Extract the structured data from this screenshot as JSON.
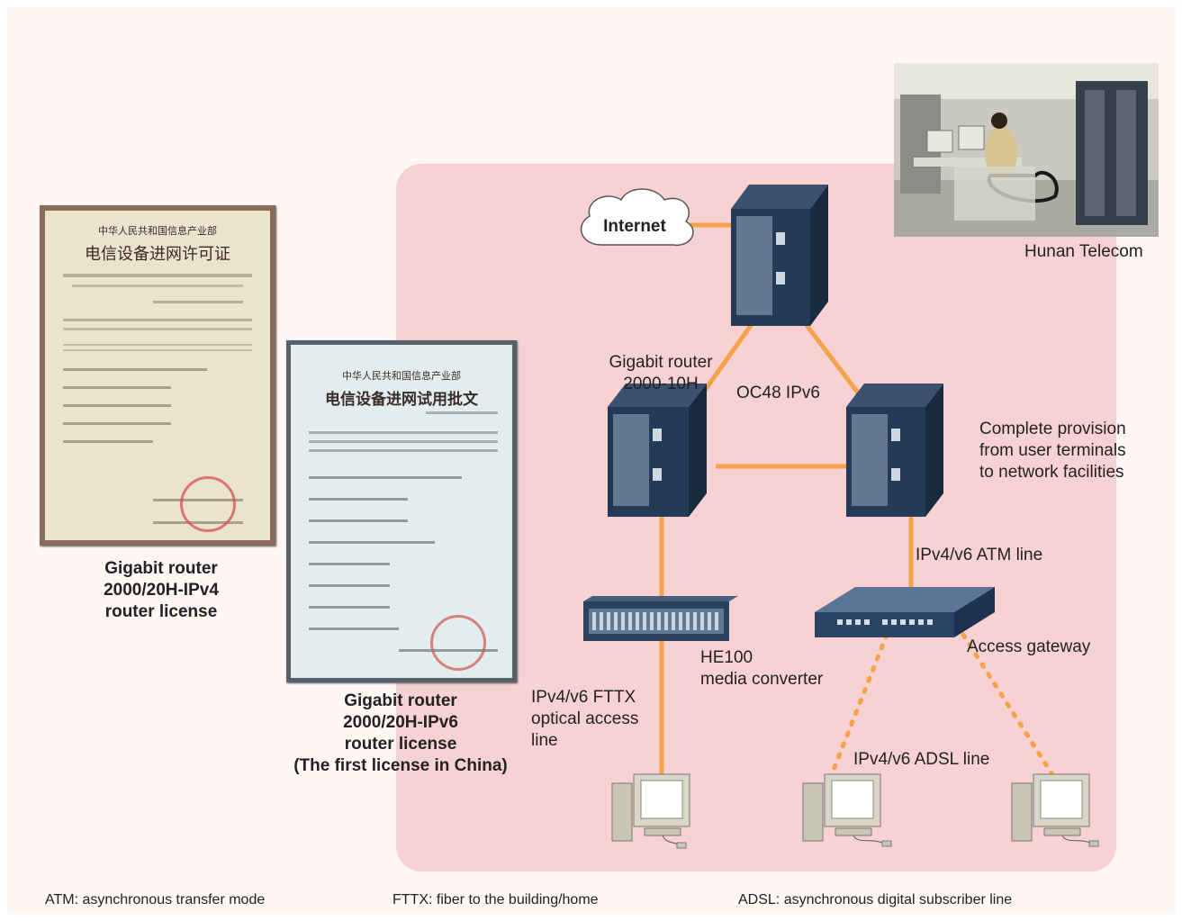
{
  "nodes": {
    "internet": "Internet",
    "hunan_telecom": "Hunan Telecom",
    "gigabit_router": "Gigabit router\n2000-10H",
    "oc48": "OC48 IPv6",
    "complete_provision": "Complete provision\nfrom user terminals\nto network facilities",
    "atm_line": "IPv4/v6 ATM line",
    "access_gateway": "Access gateway",
    "he100": "HE100\nmedia converter",
    "fttx_line": "IPv4/v6 FTTX\noptical access\nline",
    "adsl_line": "IPv4/v6 ADSL line"
  },
  "certificates": {
    "ipv4": {
      "caption": "Gigabit router\n2000/20H-IPv4\nrouter license",
      "cn_header": "中华人民共和国信息产业部",
      "cn_title": "电信设备进网许可证"
    },
    "ipv6": {
      "caption": "Gigabit router\n2000/20H-IPv6\nrouter license\n(The first license in China)",
      "cn_header": "中华人民共和国信息产业部",
      "cn_title": "电信设备进网试用批文"
    }
  },
  "footnotes": {
    "atm": "ATM: asynchronous transfer mode",
    "fttx": "FTTX: fiber to the building/home",
    "adsl": "ADSL: asynchronous digital subscriber line"
  },
  "colors": {
    "link": "#f5a24a",
    "panel": "#f8d2d2",
    "background": "#fff6f6",
    "device": "#1f3550"
  }
}
